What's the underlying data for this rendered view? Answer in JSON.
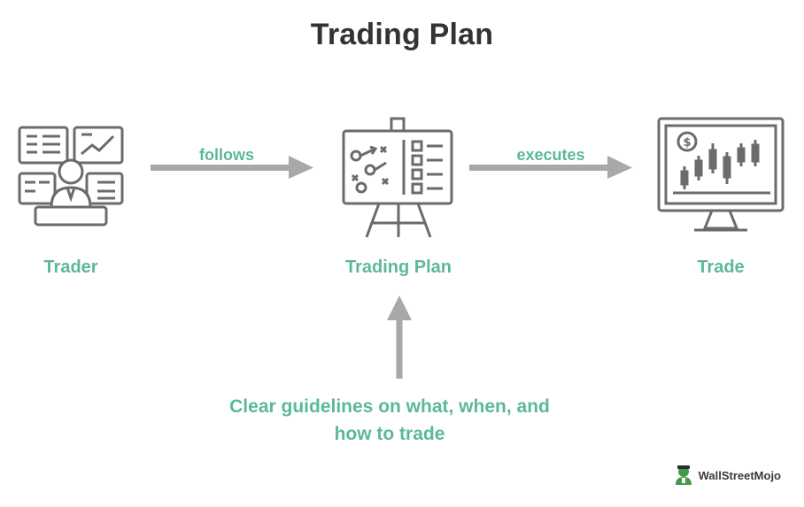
{
  "title": "Trading Plan",
  "nodes": {
    "trader": {
      "label": "Trader",
      "icon": "trader-monitors-icon"
    },
    "plan": {
      "label": "Trading Plan",
      "icon": "strategy-easel-icon"
    },
    "trade": {
      "label": "Trade",
      "icon": "candlestick-monitor-icon"
    }
  },
  "edges": {
    "follows": "follows",
    "executes": "executes"
  },
  "note": {
    "line1": "Clear guidelines on what, when, and",
    "line2": "how to trade"
  },
  "brand": {
    "name": "WallStreetMojo",
    "icon": "mojo-logo-icon"
  },
  "colors": {
    "title": "#333333",
    "accent": "#5cb89a",
    "icon": "#6b6b6b",
    "arrow": "#a8a8a8",
    "brand_green": "#3f9a4a"
  }
}
